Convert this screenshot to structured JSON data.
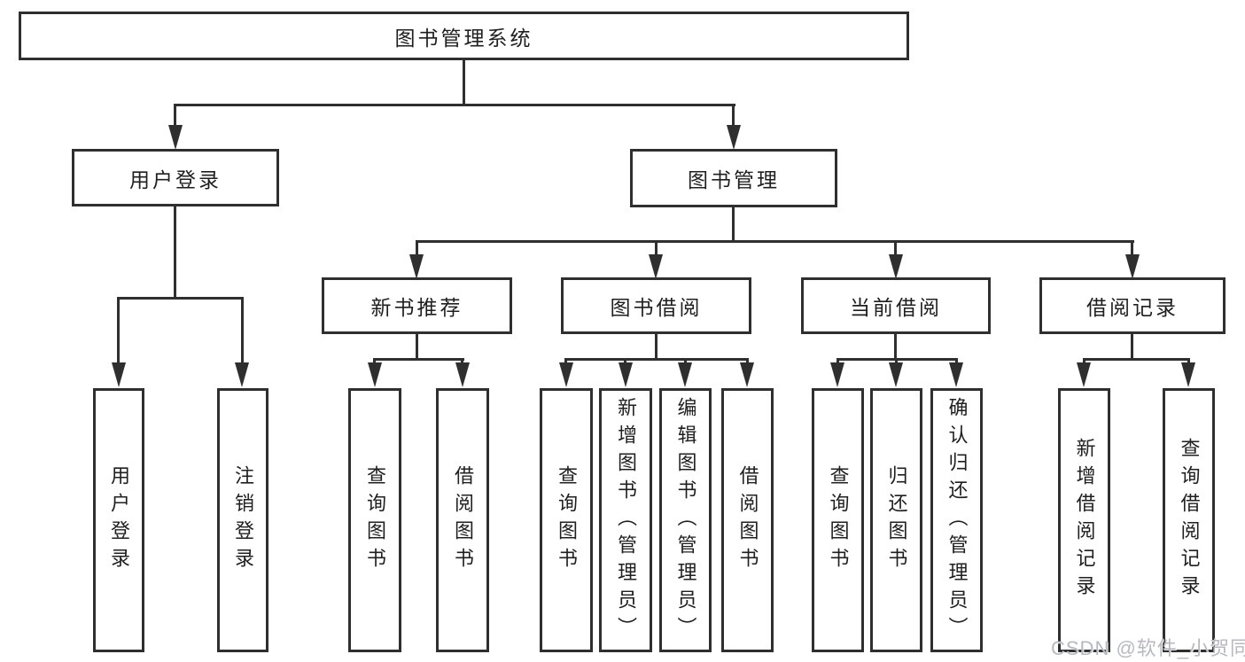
{
  "colors": {
    "line": "#2f2f2f",
    "text": "#1f1f1f",
    "background": "#ffffff",
    "watermark": "#b6bac0"
  },
  "nodes": {
    "root": {
      "label": "图书管理系统"
    },
    "user_login": {
      "label": "用户登录"
    },
    "book_management": {
      "label": "图书管理"
    },
    "new_book_recommend": {
      "label": "新书推荐"
    },
    "book_borrowing": {
      "label": "图书借阅"
    },
    "current_borrowing": {
      "label": "当前借阅"
    },
    "borrowing_records": {
      "label": "借阅记录"
    },
    "leaf_user_login": {
      "label": "用户登录"
    },
    "leaf_logout": {
      "label": "注销登录"
    },
    "leaf_recommend_query_books": {
      "label": "查询图书"
    },
    "leaf_recommend_borrow_books": {
      "label": "借阅图书"
    },
    "leaf_borrowing_query_books": {
      "label": "查询图书"
    },
    "leaf_borrowing_add_books": {
      "label": "新增图书（管理员）"
    },
    "leaf_borrowing_edit_books": {
      "label": "编辑图书（管理员）"
    },
    "leaf_borrowing_borrow_books": {
      "label": "借阅图书"
    },
    "leaf_current_query_books": {
      "label": "查询图书"
    },
    "leaf_current_return_books": {
      "label": "归还图书"
    },
    "leaf_current_confirm_return": {
      "label": "确认归还（管理员）"
    },
    "leaf_records_add_record": {
      "label": "新增借阅记录"
    },
    "leaf_records_query_record": {
      "label": "查询借阅记录"
    }
  },
  "watermark": {
    "text": "CSDN @软件_小贺同学"
  }
}
